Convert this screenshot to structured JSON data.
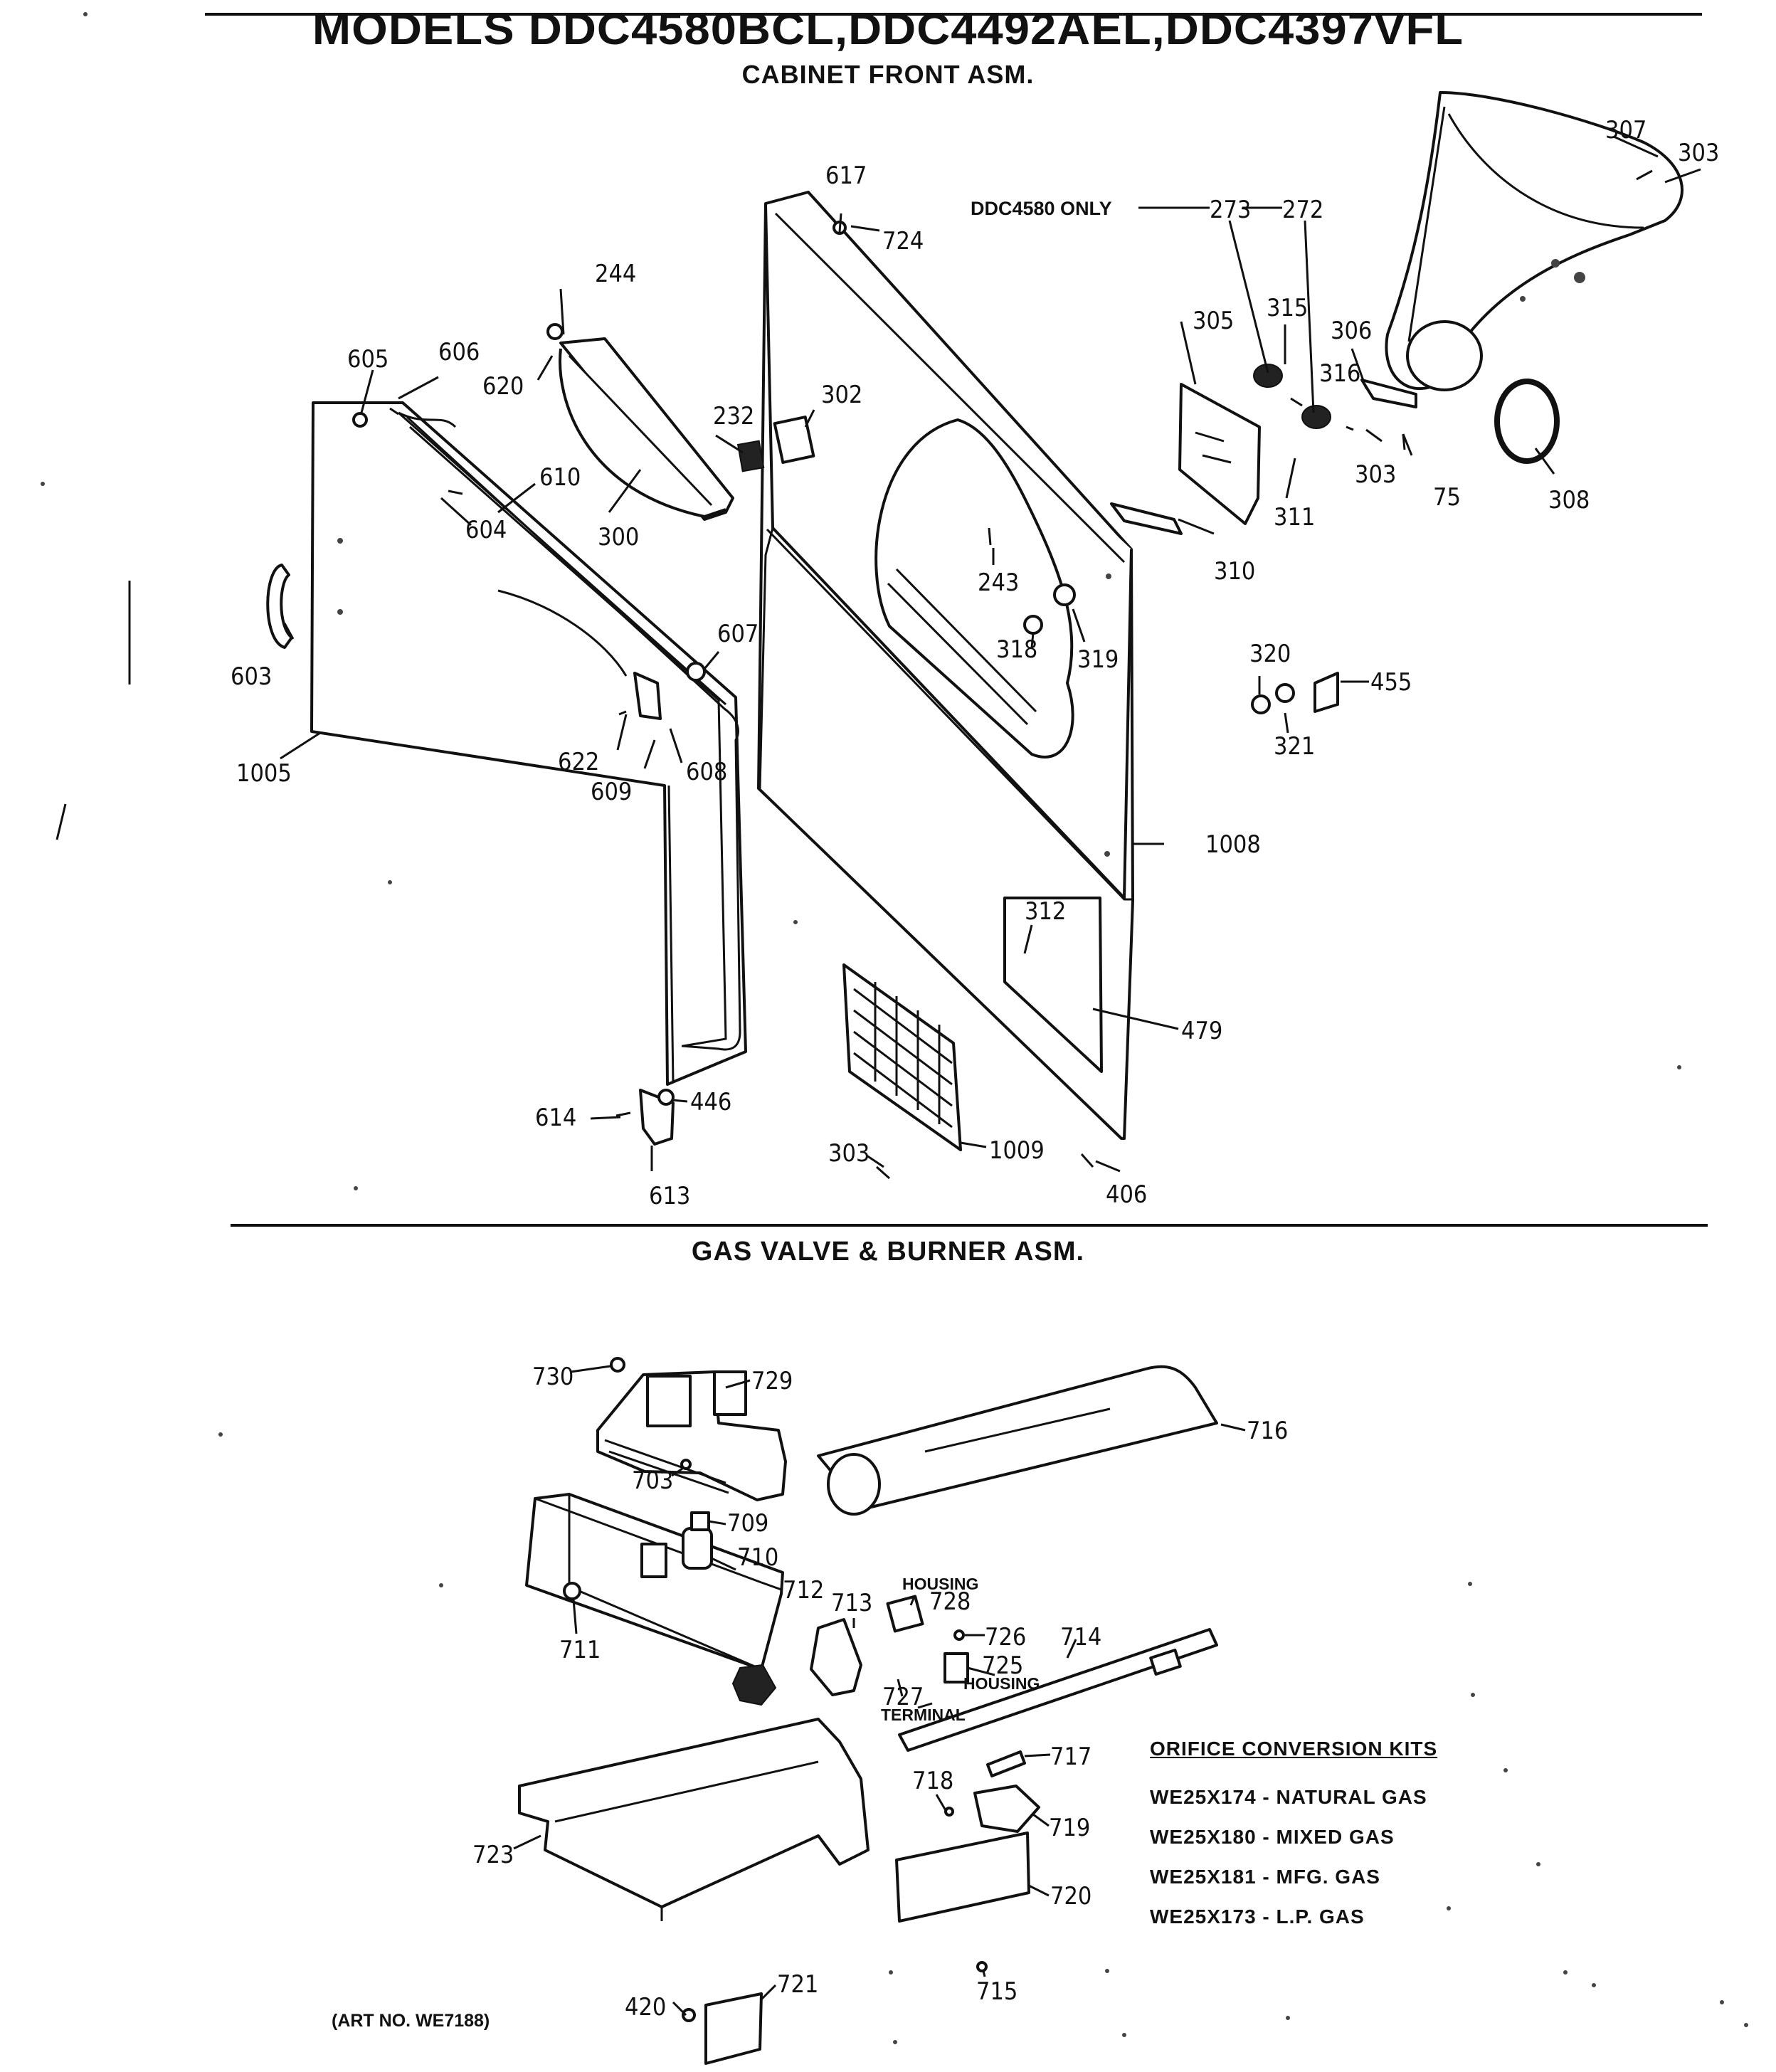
{
  "header": {
    "title": "MODELS DDC4580BCL,DDC4492AEL,DDC4397VFL",
    "subtitle": "CABINET FRONT ASM."
  },
  "section2": {
    "title": "GAS VALVE & BURNER ASM."
  },
  "cabinet_labels": {
    "l617": "617",
    "l724": "724",
    "note": "DDC4580 ONLY",
    "l273": "273",
    "l272": "272",
    "l307": "307",
    "l303a": "303",
    "l244": "244",
    "l605": "605",
    "l606": "606",
    "l620": "620",
    "l232": "232",
    "l302": "302",
    "l305": "305",
    "l315": "315",
    "l306": "306",
    "l316": "316",
    "l303b": "303",
    "l75": "75",
    "l308": "308",
    "l610": "610",
    "l604": "604",
    "l300": "300",
    "l311": "311",
    "l310": "310",
    "l243": "243",
    "l603": "603",
    "l607": "607",
    "l318": "318",
    "l319": "319",
    "l320": "320",
    "l455": "455",
    "l321": "321",
    "l622": "622",
    "l608": "608",
    "l609": "609",
    "l1005": "1005",
    "l1008": "1008",
    "l312": "312",
    "l479": "479",
    "l614": "614",
    "l446": "446",
    "l613": "613",
    "l303c": "303",
    "l1009": "1009",
    "l406": "406"
  },
  "gas_labels": {
    "l730": "730",
    "l729": "729",
    "l716": "716",
    "l703": "703",
    "l709": "709",
    "l710": "710",
    "l712": "712",
    "l713": "713",
    "housing1": "HOUSING",
    "l728": "728",
    "l726": "726",
    "l714": "714",
    "l725": "725",
    "housing2": "HOUSING",
    "l727": "727",
    "terminal": "TERMINAL",
    "l711": "711",
    "l717": "717",
    "l718": "718",
    "l719": "719",
    "l723": "723",
    "l720": "720",
    "l715": "715",
    "l721": "721",
    "l420": "420"
  },
  "kits": {
    "heading": "ORIFICE CONVERSION KITS",
    "items": [
      "WE25X174 - NATURAL GAS",
      "WE25X180 - MIXED GAS",
      "WE25X181 - MFG. GAS",
      "WE25X173 - L.P. GAS"
    ]
  },
  "art_number": "(ART NO. WE7188)"
}
